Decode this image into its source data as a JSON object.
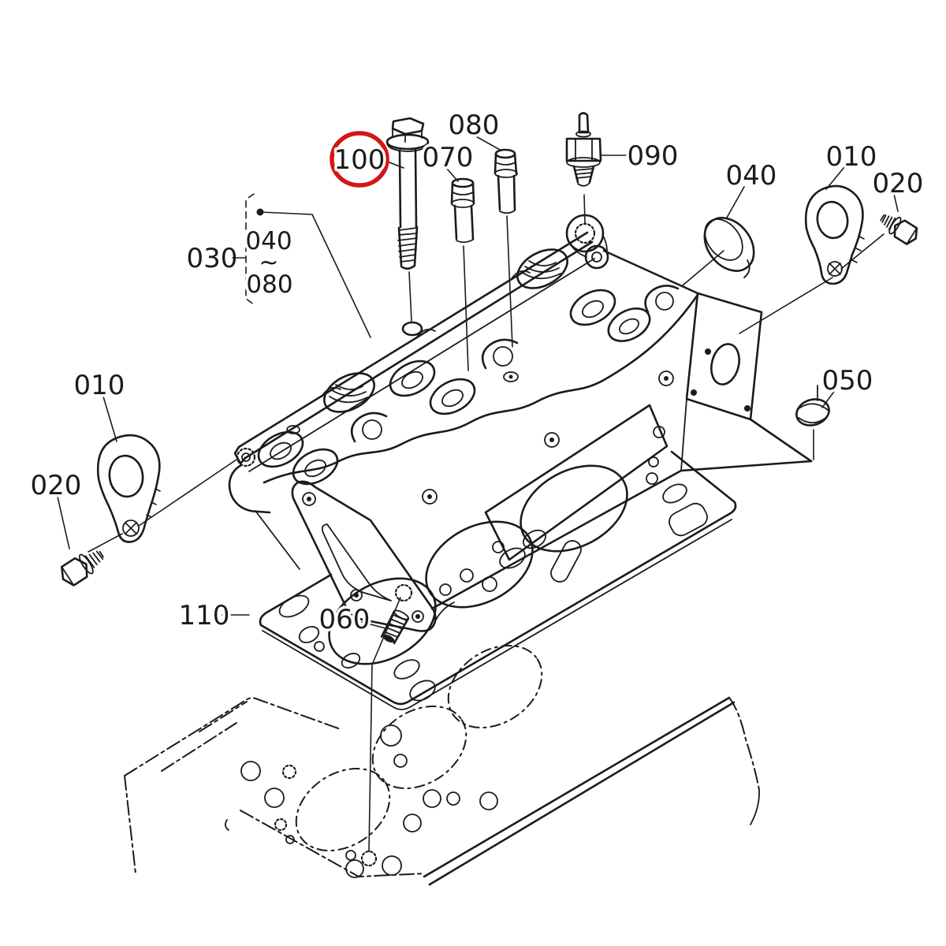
{
  "diagram": {
    "type": "exploded-parts-diagram",
    "subject": "cylinder head assembly",
    "background_color": "#ffffff",
    "line_color": "#1b1b1b",
    "highlight_color": "#d31616",
    "callouts": {
      "c100": {
        "label": "100",
        "highlighted": true
      },
      "c070": {
        "label": "070",
        "highlighted": false
      },
      "c080": {
        "label": "080",
        "highlighted": false
      },
      "c090": {
        "label": "090",
        "highlighted": false
      },
      "c040_top_right": {
        "label": "040",
        "highlighted": false
      },
      "c010_top_right": {
        "label": "010",
        "highlighted": false
      },
      "c020_top_right": {
        "label": "020",
        "highlighted": false
      },
      "c030": {
        "label": "030",
        "highlighted": false
      },
      "c030_range_start": {
        "label": "040",
        "highlighted": false
      },
      "c030_range_tilde": {
        "label": "~",
        "highlighted": false
      },
      "c030_range_end": {
        "label": "080",
        "highlighted": false
      },
      "c010_left": {
        "label": "010",
        "highlighted": false
      },
      "c020_left": {
        "label": "020",
        "highlighted": false
      },
      "c050": {
        "label": "050",
        "highlighted": false
      },
      "c110": {
        "label": "110",
        "highlighted": false
      },
      "c060": {
        "label": "060",
        "highlighted": false
      }
    }
  }
}
